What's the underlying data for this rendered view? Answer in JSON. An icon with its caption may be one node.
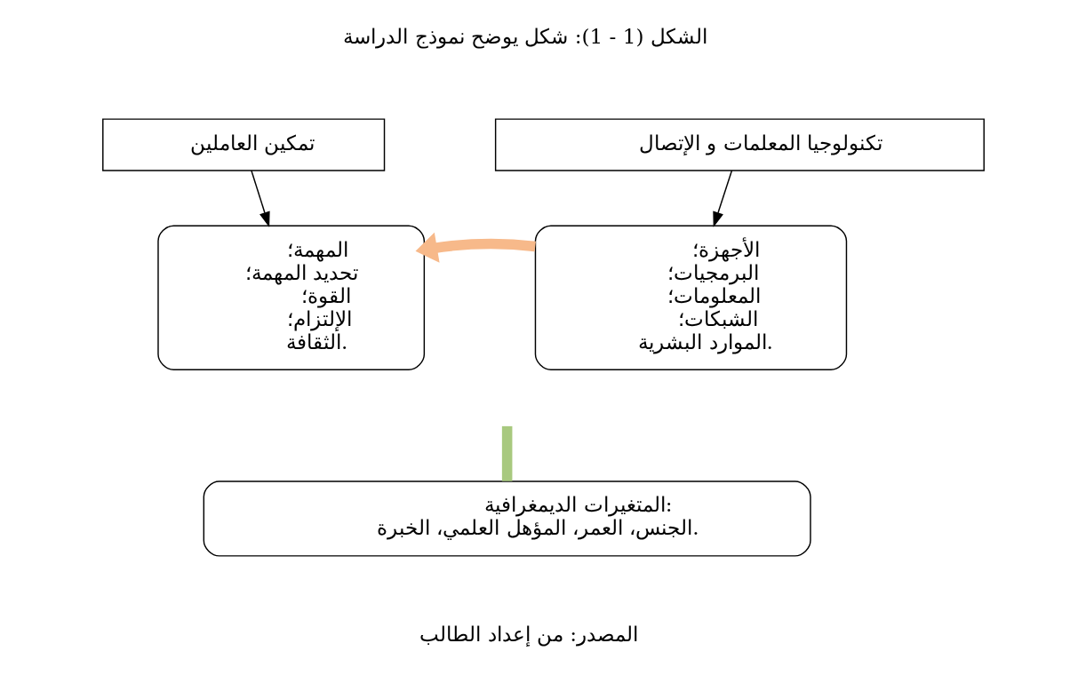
{
  "diagram": {
    "title": "الشكل (1 - 1): شكل يوضح نموذج الدراسة",
    "caption": "المصدر: من إعداد الطالب",
    "nodes": [
      {
        "text": [
          "تمكين العاملين"
        ]
      },
      {
        "text": [
          "المهمة؛",
          "تحديد المهمة؛",
          "القوة؛",
          "الإلتزام؛",
          "الثقافة."
        ]
      },
      {
        "text": [
          "تكنولوجيا المعلمات و الإتصال"
        ]
      },
      {
        "text": [
          "الأجهزة؛",
          "البرمجيات؛",
          "المعلومات؛",
          "الشبكات؛",
          "الموارد البشرية."
        ]
      },
      {
        "text": [
          "المتغيرات الديمغرافية:",
          "الجنس، العمر، المؤهل العلمي، الخبرة."
        ]
      }
    ],
    "edges": [
      {
        "from": 0,
        "to": 1,
        "arrow": "to"
      },
      {
        "from": 2,
        "to": 3,
        "arrow": "to"
      },
      {
        "from": 3,
        "to": 1,
        "arrow": "to",
        "style": "thick",
        "color": "#f7b98a"
      },
      {
        "from": 4,
        "to": null,
        "arrow": "none",
        "style": "thick",
        "color": "#a8c97f"
      }
    ]
  }
}
